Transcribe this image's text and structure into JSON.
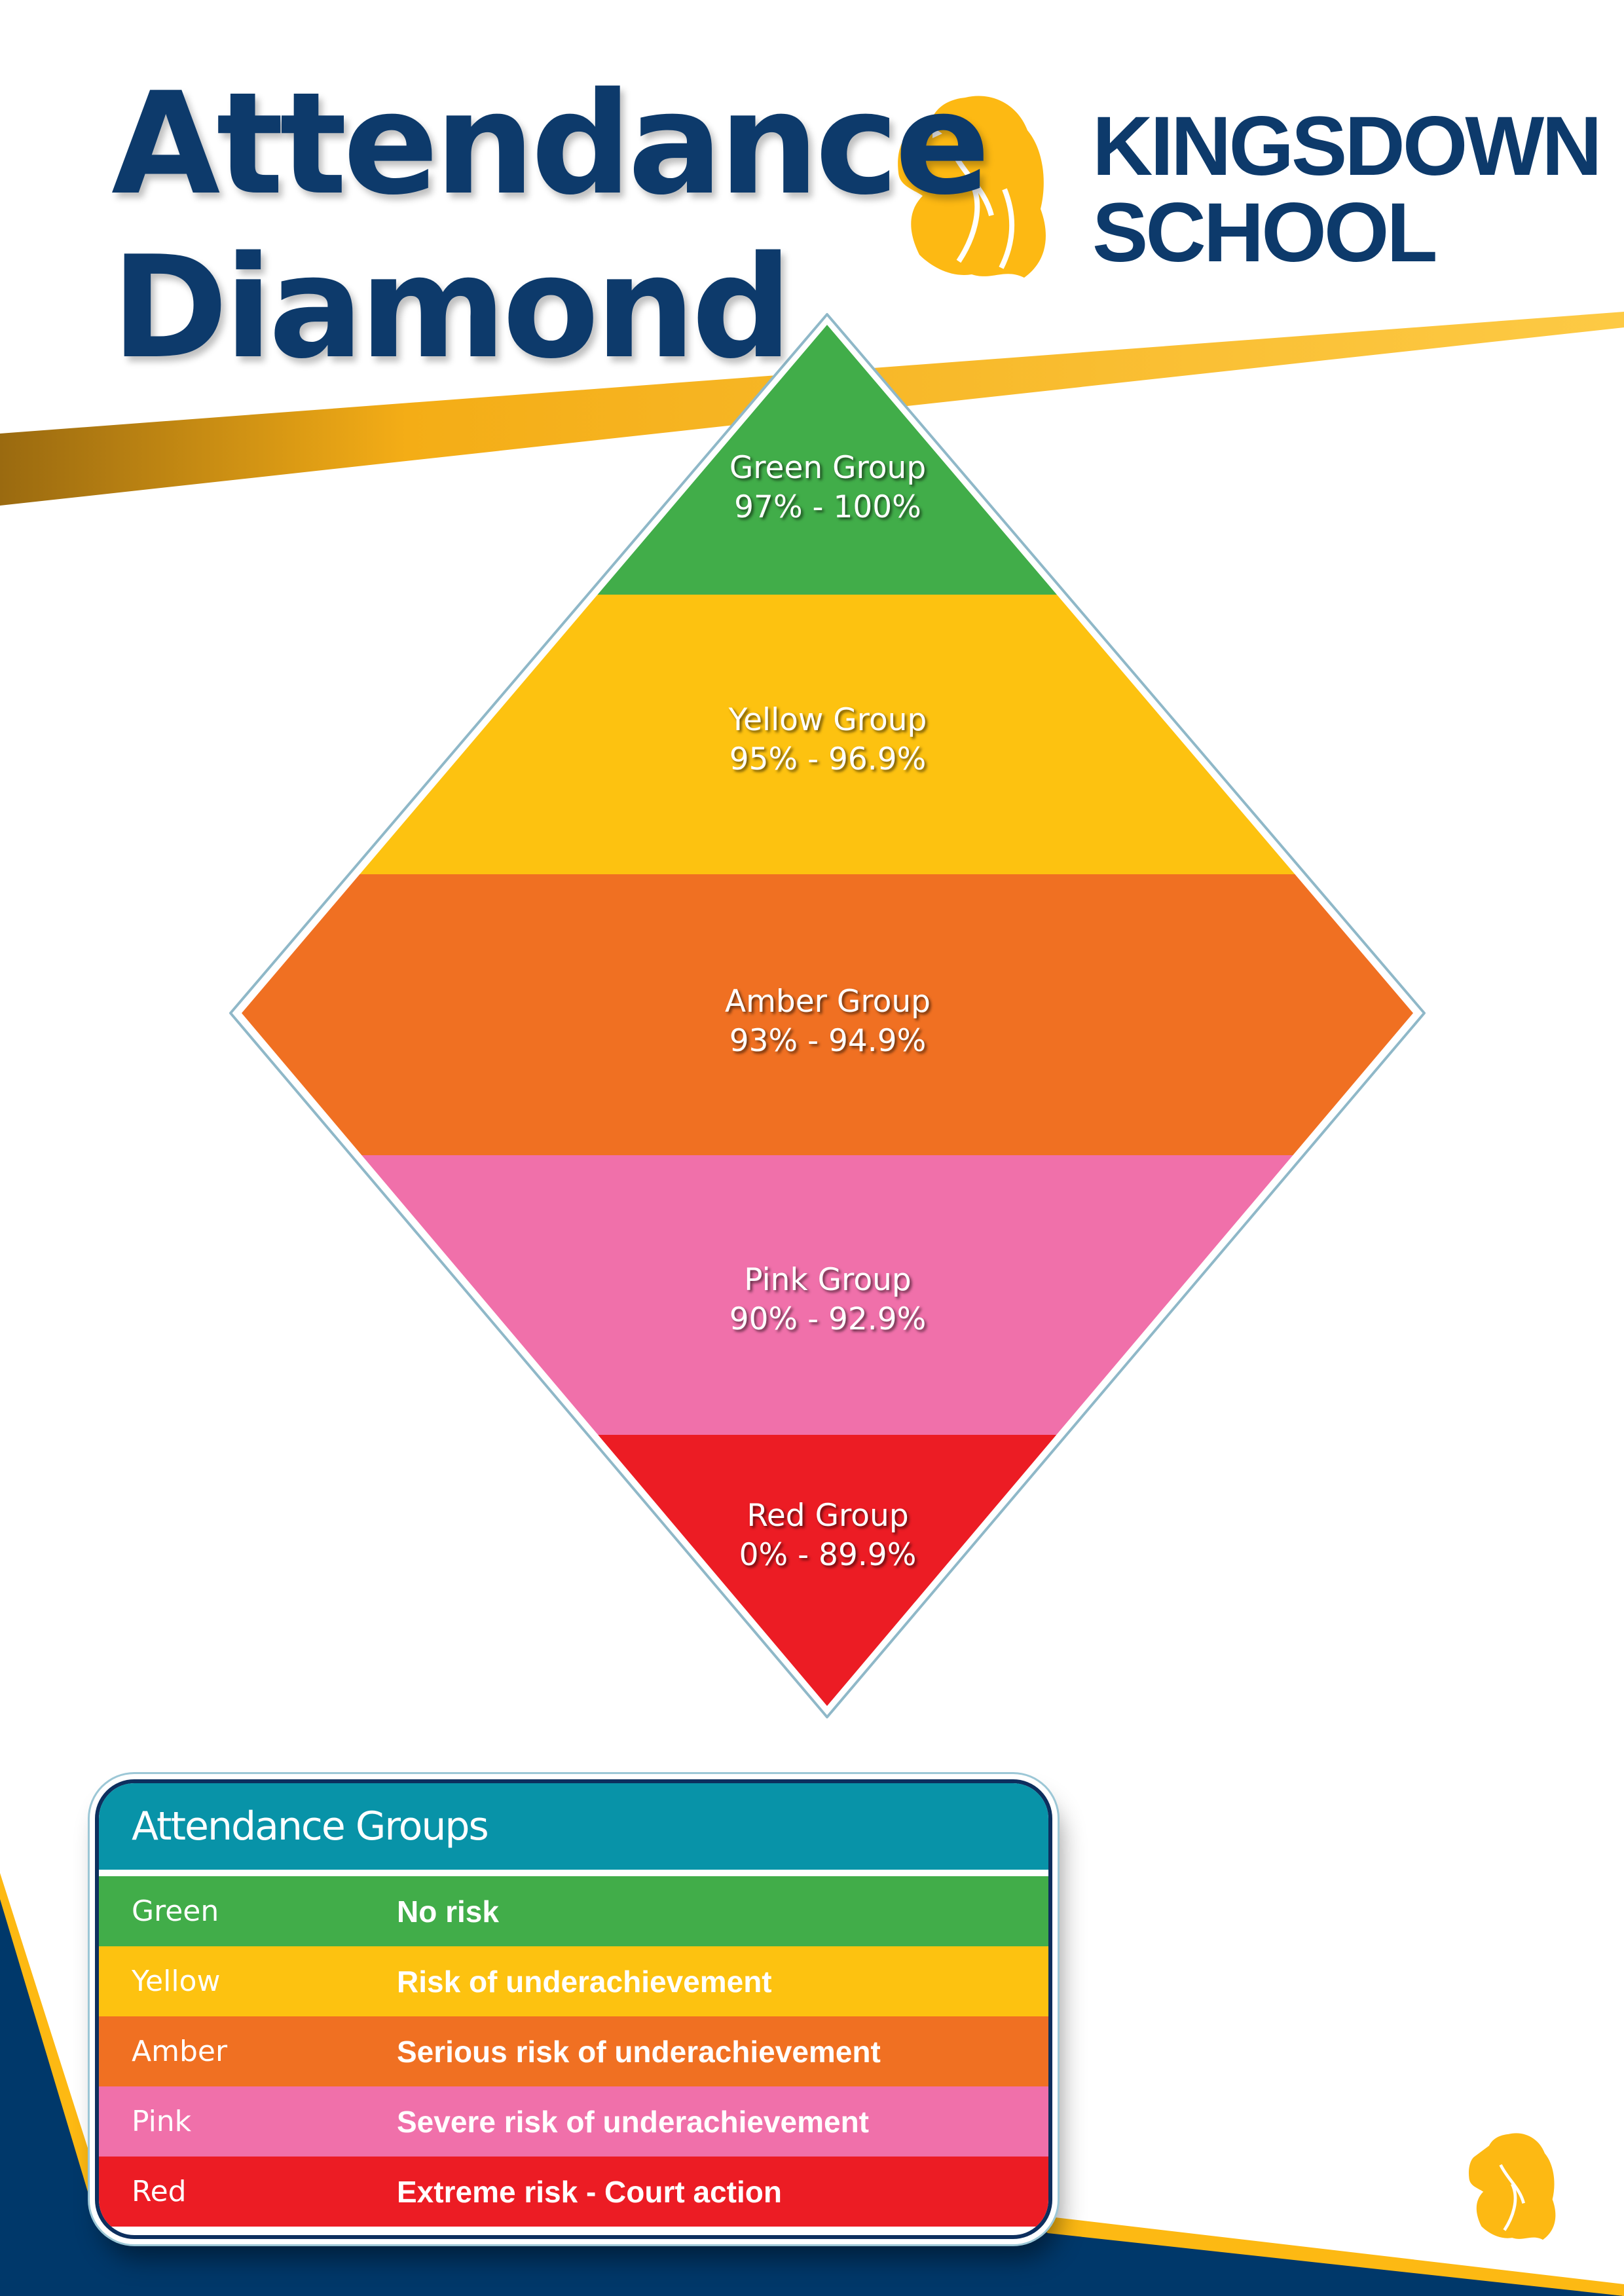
{
  "title": {
    "line1": "Attendance",
    "line2": "Diamond"
  },
  "brand": {
    "name_line1": "KINGSDOWN",
    "name_line2": "SCHOOL",
    "logo_icon": "lion-head-icon"
  },
  "colors": {
    "navy": "#0d3a6b",
    "gold": "#fdb913",
    "green": "#41ad49",
    "yellow": "#fdc210",
    "amber": "#f07022",
    "pink": "#f070aa",
    "red": "#ec1c24",
    "teal": "#0893a8"
  },
  "diamond": {
    "bands": [
      {
        "name": "Green Group",
        "range": "97% - 100%",
        "color": "#41ad49"
      },
      {
        "name": "Yellow Group",
        "range": "95% - 96.9%",
        "color": "#fdc210"
      },
      {
        "name": "Amber Group",
        "range": "93% - 94.9%",
        "color": "#f07022"
      },
      {
        "name": "Pink Group",
        "range": "90% - 92.9%",
        "color": "#f070aa"
      },
      {
        "name": "Red Group",
        "range": "0% - 89.9%",
        "color": "#ec1c24"
      }
    ]
  },
  "groups_table": {
    "title": "Attendance Groups",
    "rows": [
      {
        "group": "Green",
        "risk": "No risk",
        "color": "#41ad49"
      },
      {
        "group": "Yellow",
        "risk": "Risk of underachievement",
        "color": "#fdc210"
      },
      {
        "group": "Amber",
        "risk": "Serious risk of underachievement",
        "color": "#f07022"
      },
      {
        "group": "Pink",
        "risk": "Severe risk of underachievement",
        "color": "#f070aa"
      },
      {
        "group": "Red",
        "risk": "Extreme risk - Court action",
        "color": "#ec1c24"
      }
    ]
  }
}
